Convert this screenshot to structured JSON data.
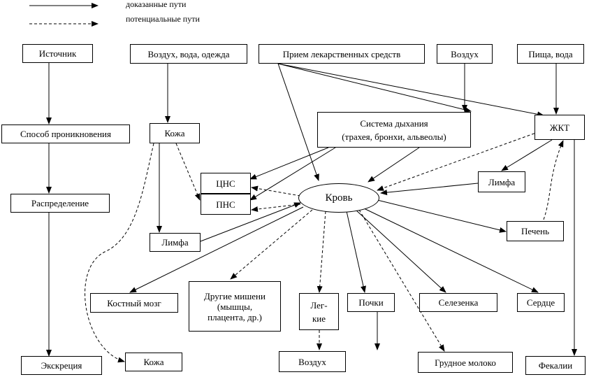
{
  "legend": {
    "proven": "доказанные пути",
    "potential": "потенциальные пути"
  },
  "nodes": {
    "source": "Источник",
    "penetration": "Способ проникновения",
    "distribution": "Распределение",
    "excretion": "Экскреция",
    "air_water_clothes": "Воздух, вода, одежда",
    "skin_top": "Кожа",
    "lymph_left": "Лимфа",
    "skin_bottom": "Кожа",
    "medication": "Прием лекарственных средств",
    "air_top": "Воздух",
    "food_water": "Пища, вода",
    "respiratory_line1": "Система дыхания",
    "respiratory_line2": "(трахея, бронхи, альвеолы)",
    "gi_tract": "ЖКТ",
    "lymph_right": "Лимфа",
    "cns": "ЦНС",
    "pns": "ПНС",
    "blood": "Кровь",
    "liver": "Печень",
    "bone_marrow": "Костный мозг",
    "other_targets_line1": "Другие мишени",
    "other_targets_line2": "(мышцы,",
    "other_targets_line3": "плацента, др.)",
    "lungs_line1": "Лег-",
    "lungs_line2": "кие",
    "kidneys": "Почки",
    "spleen": "Селезенка",
    "heart": "Сердце",
    "air_bottom": "Воздух",
    "breast_milk": "Грудное молоко",
    "feces": "Фекалии"
  }
}
